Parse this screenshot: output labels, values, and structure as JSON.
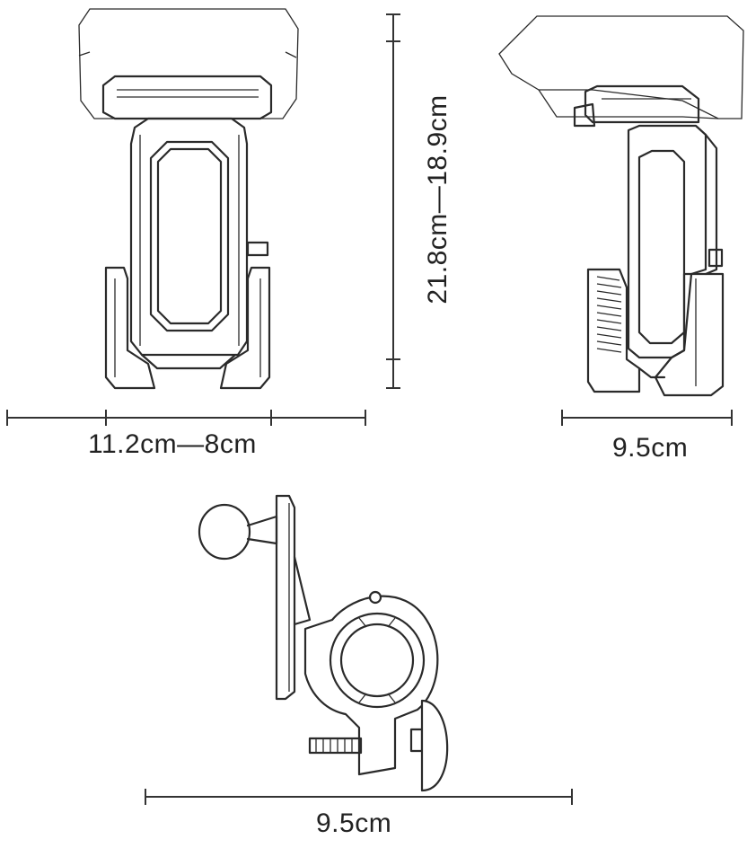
{
  "dimensions": {
    "front_width": "11.2cm—8cm",
    "height": "21.8cm—18.9cm",
    "side_width": "9.5cm",
    "bottom_width": "9.5cm"
  }
}
